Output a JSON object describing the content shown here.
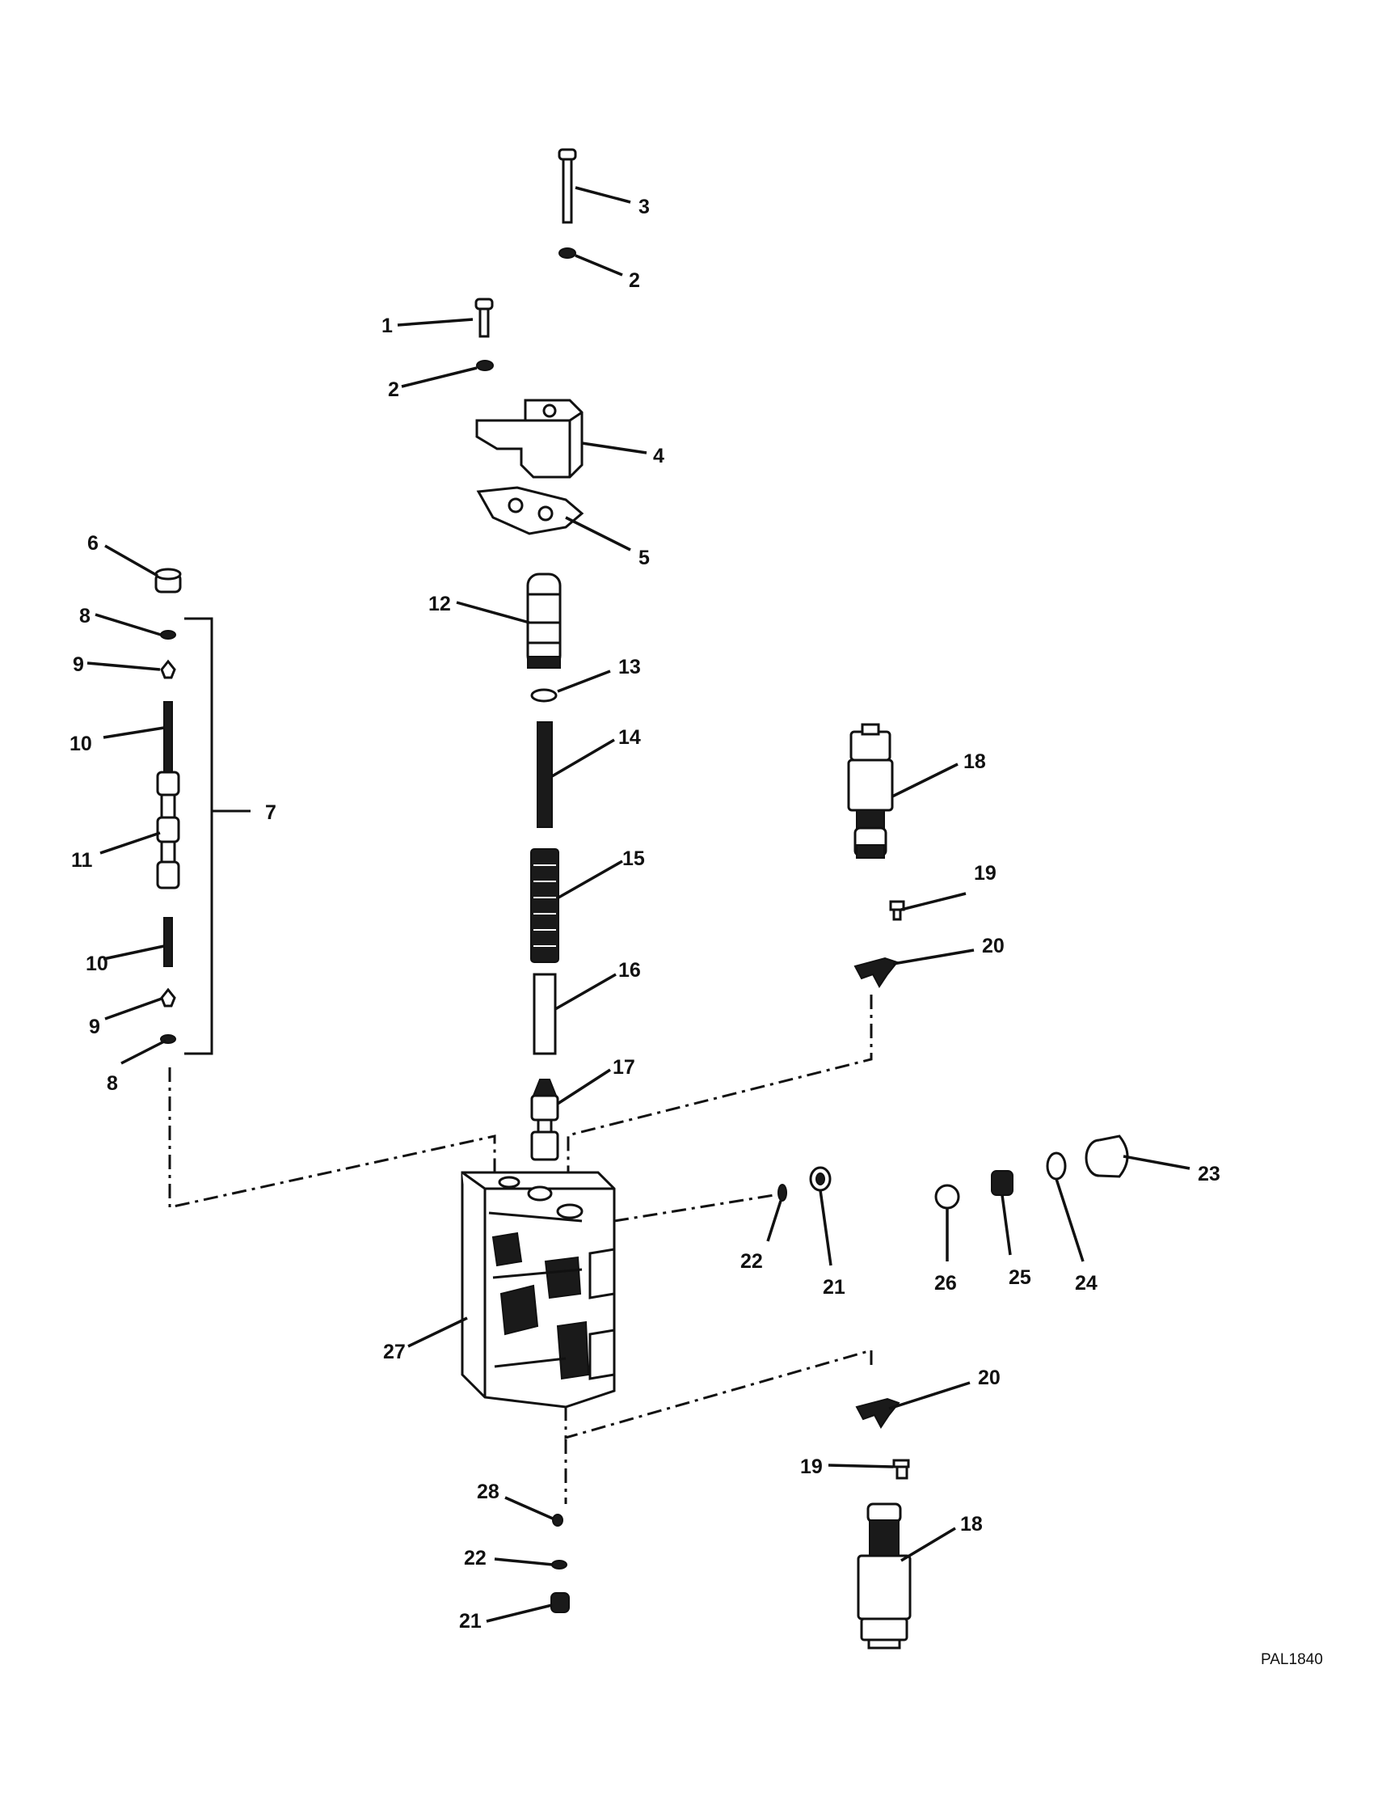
{
  "diagram": {
    "reference_code": "PAL1840",
    "callouts": [
      {
        "num": "1"
      },
      {
        "num": "2"
      },
      {
        "num": "2"
      },
      {
        "num": "3"
      },
      {
        "num": "4"
      },
      {
        "num": "5"
      },
      {
        "num": "6"
      },
      {
        "num": "7"
      },
      {
        "num": "8"
      },
      {
        "num": "8"
      },
      {
        "num": "9"
      },
      {
        "num": "9"
      },
      {
        "num": "10"
      },
      {
        "num": "10"
      },
      {
        "num": "11"
      },
      {
        "num": "12"
      },
      {
        "num": "13"
      },
      {
        "num": "14"
      },
      {
        "num": "15"
      },
      {
        "num": "16"
      },
      {
        "num": "17"
      },
      {
        "num": "18"
      },
      {
        "num": "18"
      },
      {
        "num": "19"
      },
      {
        "num": "19"
      },
      {
        "num": "20"
      },
      {
        "num": "20"
      },
      {
        "num": "21"
      },
      {
        "num": "21"
      },
      {
        "num": "22"
      },
      {
        "num": "22"
      },
      {
        "num": "23"
      },
      {
        "num": "24"
      },
      {
        "num": "25"
      },
      {
        "num": "26"
      },
      {
        "num": "27"
      },
      {
        "num": "28"
      }
    ]
  }
}
